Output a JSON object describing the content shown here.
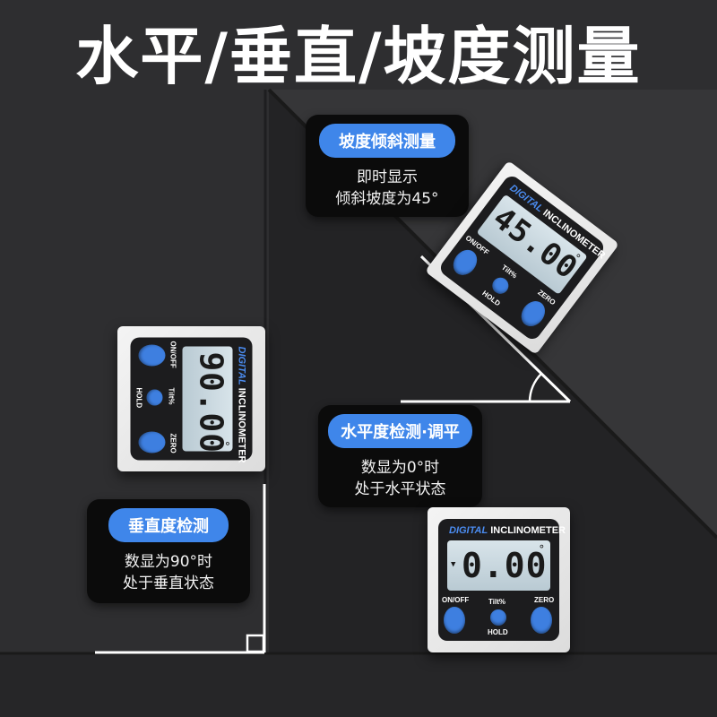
{
  "headline": "水平/垂直/坡度测量",
  "callouts": {
    "slope": {
      "tag": "坡度倾斜测量",
      "line1": "即时显示",
      "line2": "倾斜坡度为45°"
    },
    "level": {
      "tag": "水平度检测·调平",
      "line1": "数显为0°时",
      "line2": "处于水平状态"
    },
    "vertical": {
      "tag": "垂直度检测",
      "line1": "数显为90°时",
      "line2": "处于垂直状态"
    }
  },
  "devices": {
    "brand_digital": "DIGITAL",
    "brand_name": "INCLINOMETER",
    "btn_onoff": "ON/OFF",
    "btn_tilt": "Tilt%",
    "btn_hold": "HOLD",
    "btn_zero": "ZERO",
    "degree_mark": "°",
    "slope_reading": "45.00",
    "level_reading": "0.00",
    "vertical_reading": "90.00"
  },
  "colors": {
    "accent": "#3f86ea",
    "lcd": "#c6d5dd",
    "face": "#1c1c1e"
  }
}
